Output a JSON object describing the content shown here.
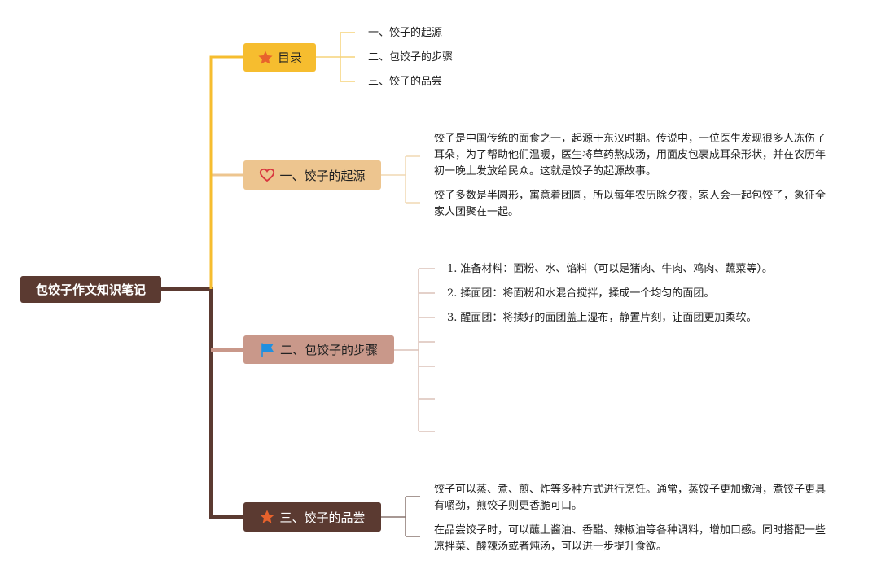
{
  "root": {
    "label": "包饺子作文知识笔记"
  },
  "branches": {
    "toc": {
      "label": "目录",
      "icon": "star-icon",
      "items": [
        "一、饺子的起源",
        "二、包饺子的步骤",
        "三、饺子的品尝"
      ]
    },
    "origin": {
      "label": "一、饺子的起源",
      "icon": "heart-icon",
      "paragraphs": [
        "饺子是中国传统的面食之一，起源于东汉时期。传说中，一位医生发现很多人冻伤了耳朵，为了帮助他们温暖，医生将草药熬成汤，用面皮包裹成耳朵形状，并在农历年初一晚上发放给民众。这就是饺子的起源故事。",
        "饺子多数是半圆形，寓意着团圆，所以每年农历除夕夜，家人会一起包饺子，象征全家人团聚在一起。"
      ]
    },
    "steps": {
      "label": "二、包饺子的步骤",
      "icon": "flag-icon",
      "items": [
        {
          "num": "1.",
          "text": "准备材料：面粉、水、馅料（可以是猪肉、牛肉、鸡肉、蔬菜等）。"
        },
        {
          "num": "2.",
          "text": "揉面团：将面粉和水混合搅拌，揉成一个均匀的面团。"
        },
        {
          "num": "3.",
          "text": "醒面团：将揉好的面团盖上湿布，静置片刻，让面团更加柔软。"
        }
      ]
    },
    "taste": {
      "label": "三、饺子的品尝",
      "icon": "star-icon",
      "paragraphs": [
        "饺子可以蒸、煮、煎、炸等多种方式进行烹饪。通常，蒸饺子更加嫩滑，煮饺子更具有嚼劲，煎饺子则更香脆可口。",
        "在品尝饺子时，可以蘸上酱油、香醋、辣椒油等各种调料，增加口感。同时搭配一些凉拌菜、酸辣汤或者炖汤，可以进一步提升食欲。"
      ]
    }
  },
  "colors": {
    "root": "#5b3a31",
    "toc": "#f6bd2f",
    "origin": "#edc58f",
    "steps": "#c9988a",
    "taste": "#5b3a31",
    "star_icon": "#e8622c",
    "heart_icon": "#d9363e",
    "flag_icon": "#1f8fe0"
  }
}
